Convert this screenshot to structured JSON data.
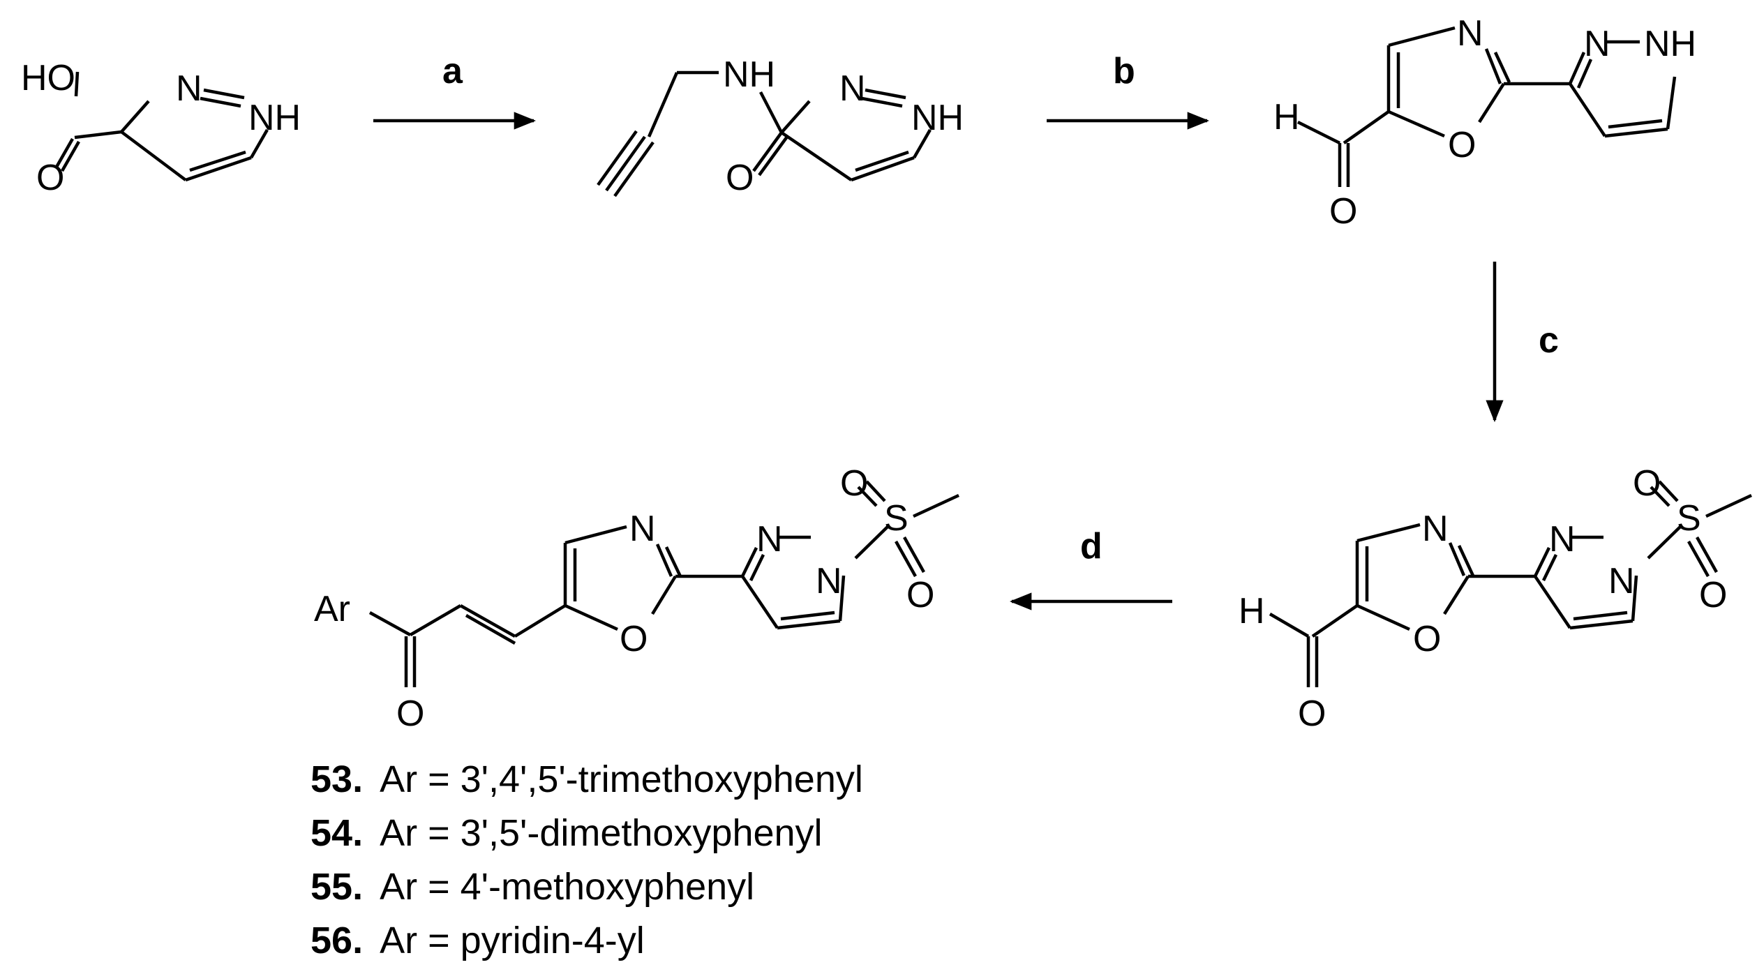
{
  "scheme": {
    "labels": {
      "ho": "HO",
      "n": "N",
      "nh": "NH",
      "o": "O",
      "h": "H",
      "s": "S",
      "ar": "Ar"
    },
    "steps": {
      "a": "a",
      "b": "b",
      "c": "c",
      "d": "d"
    },
    "compounds": [
      {
        "number": "53.",
        "description": "Ar = 3',4',5'-trimethoxyphenyl"
      },
      {
        "number": "54.",
        "description": "Ar = 3',5'-dimethoxyphenyl"
      },
      {
        "number": "55.",
        "description": "Ar = 4'-methoxyphenyl"
      },
      {
        "number": "56.",
        "description": "Ar = pyridin-4-yl"
      }
    ]
  }
}
